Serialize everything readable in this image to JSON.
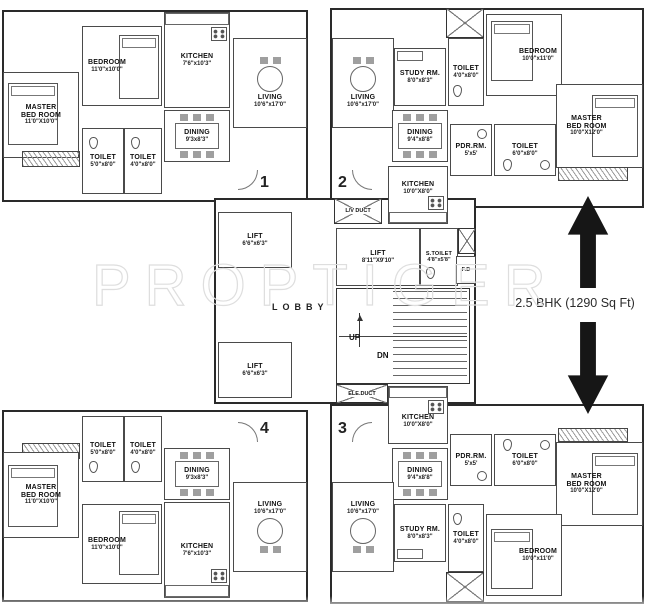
{
  "watermark": "PROPTIGER",
  "annotation": {
    "bhk": "2.5 BHK (1290 Sq Ft)"
  },
  "unit_numbers": {
    "u1": "1",
    "u2": "2",
    "u3": "3",
    "u4": "4"
  },
  "unit_a": {
    "master": {
      "name": "MASTER BED ROOM",
      "dims": "11'0\"X10'0\""
    },
    "bedroom": {
      "name": "BEDROOM",
      "dims": "11'0\"x10'0\""
    },
    "kitchen": {
      "name": "KITCHEN",
      "dims": "7'6\"x10'3\""
    },
    "living": {
      "name": "LIVING",
      "dims": "10'6\"x17'0\""
    },
    "dining": {
      "name": "DINING",
      "dims": "9'3x8'3\""
    },
    "toilet1": {
      "name": "TOILET",
      "dims": "5'0\"x8'0\""
    },
    "toilet2": {
      "name": "TOILET",
      "dims": "4'0\"x8'0\""
    }
  },
  "unit_b": {
    "living": {
      "name": "LIVING",
      "dims": "10'6\"x17'0\""
    },
    "study": {
      "name": "STUDY RM.",
      "dims": "8'0\"x8'3\""
    },
    "toilet_small": {
      "name": "TOILET",
      "dims": "4'0\"x8'0\""
    },
    "bedroom": {
      "name": "BEDROOM",
      "dims": "10'0\"x11'0\""
    },
    "master": {
      "name": "MASTER BED ROOM",
      "dims": "10'0\"X12'0\""
    },
    "dining": {
      "name": "DINING",
      "dims": "9'4\"x8'8\""
    },
    "pdr": {
      "name": "PDR.RM.",
      "dims": "5'x5'"
    },
    "toilet_big": {
      "name": "TOILET",
      "dims": "6'0\"x8'0\""
    },
    "kitchen": {
      "name": "KITCHEN",
      "dims": "10'0\"X8'0\""
    }
  },
  "core": {
    "lobby": "LOBBY",
    "lift_small": {
      "name": "LIFT",
      "dims": "6'6\"x6'3\""
    },
    "lift_main": {
      "name": "LIFT",
      "dims": "8'11\"X9'10\""
    },
    "s_toilet": {
      "name": "S.TOILET",
      "dims": "4'8\"x5'8\""
    },
    "fd": "F.D",
    "lv_duct": "L/V DUCT",
    "ele_duct": "ELE.DUCT",
    "up": "UP",
    "dn": "DN"
  }
}
